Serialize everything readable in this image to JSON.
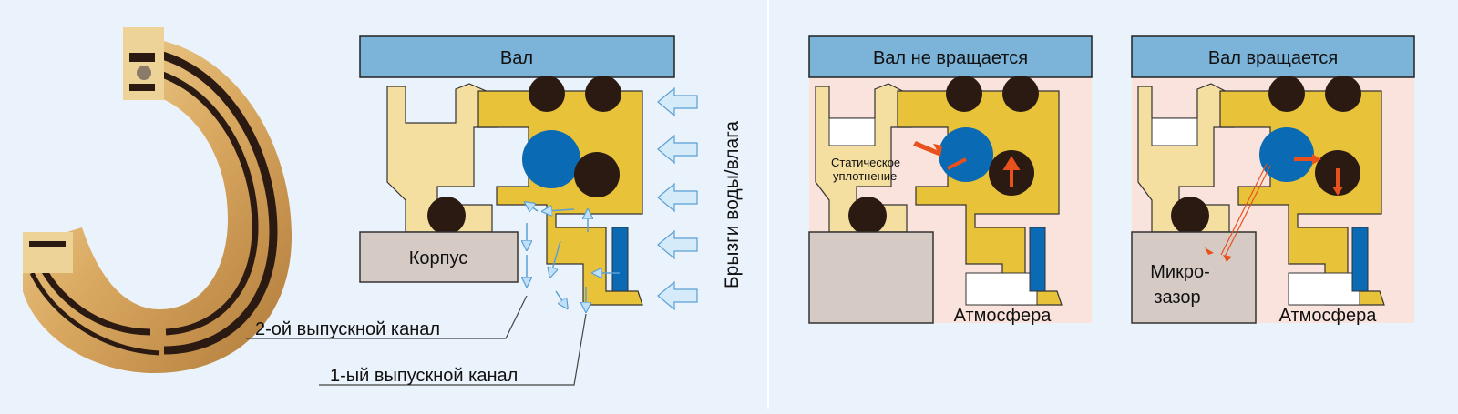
{
  "left_panel": {
    "shaft_label": "Вал",
    "housing_label": "Корпус",
    "spray_label": "Брызги воды/влага",
    "channel2_label": "2-ой выпускной канал",
    "channel1_label": "1-ый выпускной канал"
  },
  "middle_panel": {
    "shaft_label": "Вал не вращается",
    "static_seal_label_line1": "Статическое",
    "static_seal_label_line2": "уплотнение",
    "atmosphere_label": "Атмосфера"
  },
  "right_panel": {
    "shaft_label": "Вал вращается",
    "micro_gap_line1": "Микро-",
    "micro_gap_line2": "зазор",
    "atmosphere_label": "Атмосфера"
  },
  "colors": {
    "background": "#eaf2fb",
    "shaft": "#7bb3d9",
    "seal_gold": "#e8c33a",
    "seal_light": "#f5dfa0",
    "housing": "#d6cbc4",
    "oring_blue": "#0a6ab3",
    "ball_dark": "#2a1a12",
    "arrow_orange": "#e8501c",
    "highlight_pink": "#fbe3dd"
  }
}
